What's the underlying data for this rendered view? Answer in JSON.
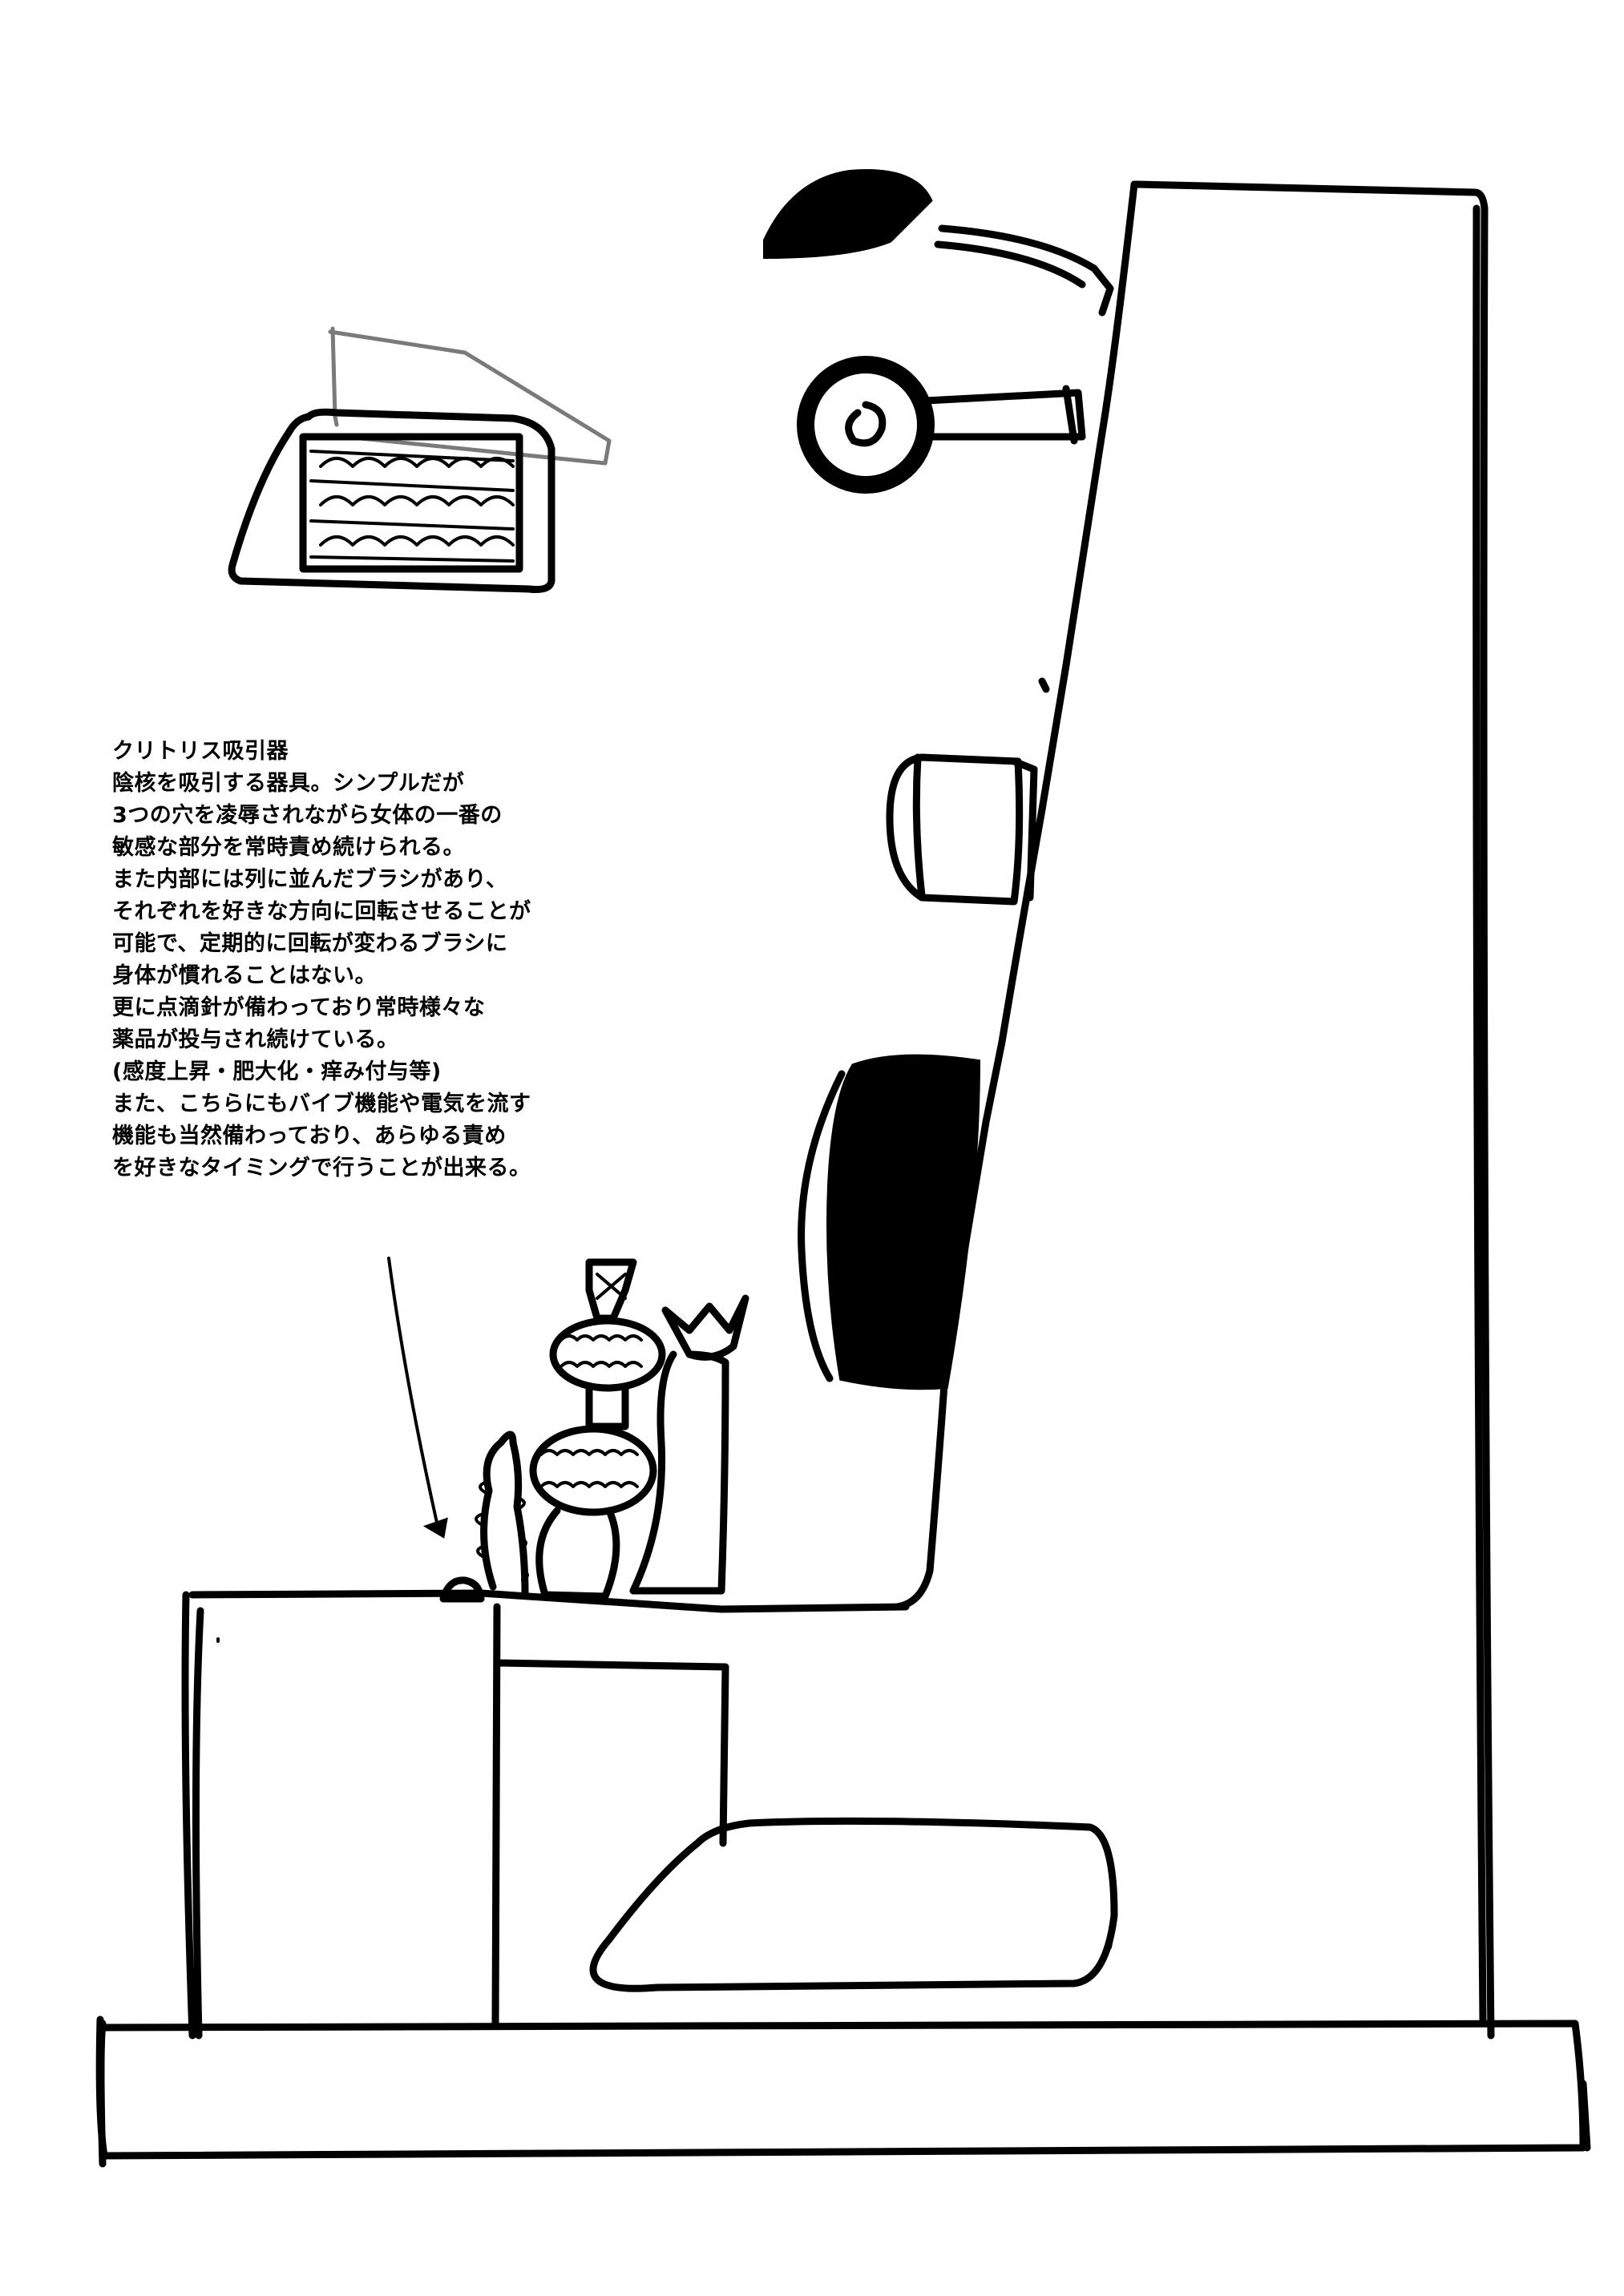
{
  "description": {
    "lines": [
      "クリトリス吸引器",
      "陰核を吸引する器具。シンプルだが",
      "3つの穴を凌辱されながら女体の一番の",
      "敏感な部分を常時責め続けられる。",
      "また内部には列に並んだブラシがあり、",
      "それぞれを好きな方向に回転させることが",
      "可能で、定期的に回転が変わるブラシに",
      "身体が慣れることはない。",
      "更に点滴針が備わっており常時様々な",
      "薬品が投与され続けている。",
      "(感度上昇・肥大化・痒み付与等)",
      "また、こちらにもバイブ機能や電気を流す",
      "機能も当然備わっており、あらゆる責め",
      "を好きなタイミングで行うことが出来る。"
    ]
  },
  "colors": {
    "ink": "#000000",
    "sketch_gray": "#7a7a7a",
    "paper": "#ffffff"
  }
}
